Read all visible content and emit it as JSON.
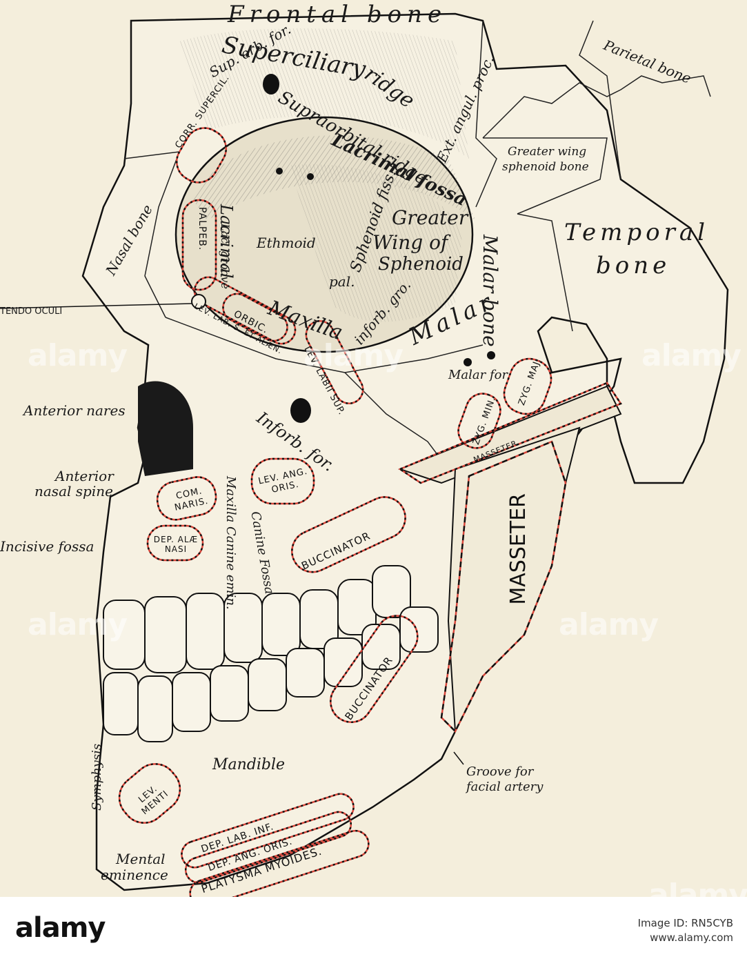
{
  "labels": {
    "frontal_bone": "Frontal bone",
    "superciliary": "Superciliary",
    "ridge": "ridge",
    "sup_orb_for": "Sup. orb. for.",
    "supraorbital_ridge": "Supraorbital ridge",
    "parietal_bone": "Parietal bone",
    "ext_angul_proc": "Ext. angul. proc.",
    "greater_wing_1": "Greater wing",
    "greater_wing_2": "sphenoid bone",
    "lacrimal_fossa": "Lacrimal fossa",
    "nasal_bone": "Nasal bone",
    "ethmoid": "Ethmoid",
    "lacrimal": "Lacrimal",
    "lac_groove": "Lac. groove",
    "sphenoid_fiss": "Sphenoid fiss.",
    "greater": "Greater",
    "wing_of": "Wing of",
    "sphenoid": "Sphenoid",
    "temporal": "Temporal",
    "bone_t": "bone",
    "pal": "pal.",
    "maxilla": "Maxilla",
    "inforb_gro": "inforb. gro.",
    "malar_bone": "Malar bone",
    "malar": "Malar",
    "malar_for": "Malar for.",
    "tendo_oculi": "TENDO OCULI",
    "anterior_nares": "Anterior nares",
    "inforb_for": "Inforb. for.",
    "anterior_nasal_spine_1": "Anterior",
    "anterior_nasal_spine_2": "nasal spine",
    "incisive_fossa": "Incisive fossa",
    "maxilla_canine": "Maxilla Canine emin.",
    "canine_fossa": "Canine Fossa",
    "mandible": "Mandible",
    "symphysis": "Symphysis",
    "mental_1": "Mental",
    "mental_2": "eminence",
    "groove_1": "Groove for",
    "groove_2": "facial artery"
  },
  "muscles": {
    "corr_supercil": "CORR. SUPERCIL.",
    "palpeb": "PALPEB.",
    "lev_lab_sup_alaeq": "LEV. LAB. S. ET ALÆN.",
    "orbic": "ORBIC.",
    "lev_labii_sup": "LEV. LABII SUP.",
    "zyg_maj": "ZYG. MAJ.",
    "zyg_min": "ZYG. MIN.",
    "masseter_small": "MASSETER",
    "masseter_big": "MASSETER",
    "lev_ang_oris": "LEV. ANG. ORIS.",
    "com_naris": "COM. NARIS.",
    "dep_alae_nasi": "DEP. ALÆ NASI",
    "buccinator_upper": "BUCCINATOR",
    "buccinator_lower": "BUCCINATOR",
    "lev_menti": "LEV. MENTI",
    "dep_lab_inf": "DEP. LAB. INF.",
    "dep_ang_oris": "DEP. ANG. ORIS.",
    "platysma": "PLATYSMA MYOIDES."
  },
  "footer": {
    "brand": "alamy",
    "image_id": "Image ID: RN5CYB",
    "site": "www.alamy.com"
  },
  "watermark": "alamy",
  "colors": {
    "paper": "#f4eedc",
    "ink": "#1a1a1a",
    "muscle_outline": "#d9463a"
  }
}
